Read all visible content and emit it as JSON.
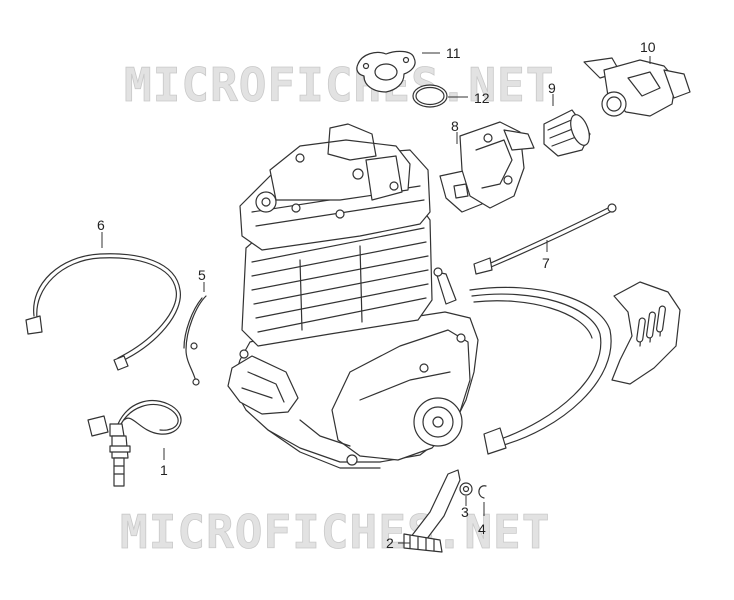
{
  "watermarks": [
    "MICROFICHES.NET",
    "MICROFICHES.NET"
  ],
  "callouts": {
    "c1": "1",
    "c2": "2",
    "c3": "3",
    "c4": "4",
    "c5": "5",
    "c6": "6",
    "c7": "7",
    "c8": "8",
    "c9": "9",
    "c10": "10",
    "c11": "11",
    "c12": "12"
  }
}
